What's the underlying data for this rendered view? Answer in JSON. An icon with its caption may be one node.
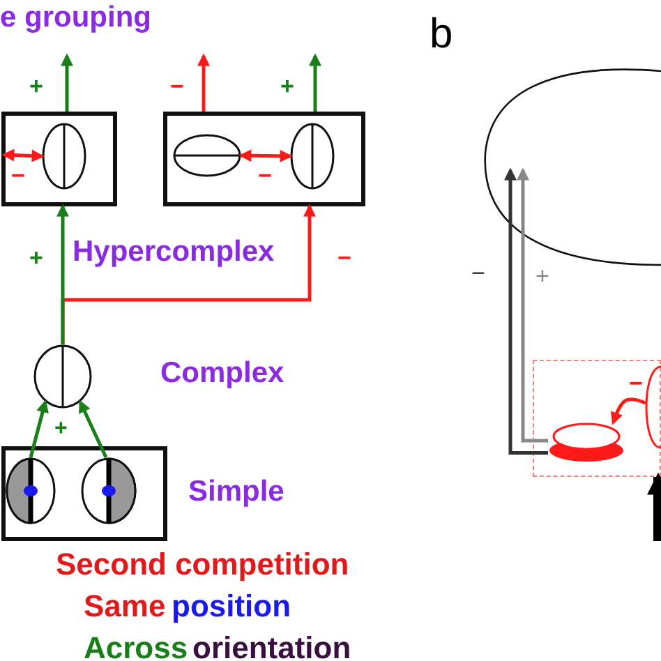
{
  "diagram": {
    "title": "e grouping",
    "nodes": [
      {
        "text": [],
        "shape": "box"
      },
      {
        "text": [],
        "shape": "ellipse",
        "in": 0
      },
      {
        "text": [],
        "shape": "box"
      },
      {
        "text": [],
        "shape": "ellipse",
        "in": 2
      },
      {
        "text": [],
        "shape": "ellipse",
        "in": 2
      },
      {
        "text": [],
        "shape": "circle",
        "beside": [
          "Complex"
        ]
      },
      {
        "text": [],
        "shape": "box",
        "beside": [
          "Simple"
        ]
      },
      {
        "text": [],
        "shape": "circle",
        "in": 6
      },
      {
        "text": [],
        "shape": "circle",
        "in": 6
      },
      {
        "text": [],
        "shape": "cloud"
      },
      {
        "text": [],
        "shape": "box"
      },
      {
        "text": [],
        "shape": "disc",
        "in": 10
      },
      {
        "text": [],
        "shape": "ellipse",
        "in": 10
      }
    ],
    "edges": [
      {
        "from": 5,
        "to": 0,
        "arrow": "to",
        "label": "+",
        "color": "#1a7f1a"
      },
      {
        "from": 0,
        "to": null,
        "arrow": "to",
        "label": "+",
        "color": "#1a7f1a"
      },
      {
        "from": 2,
        "to": null,
        "arrow": "to",
        "label": "−",
        "color": "#ff1a1a"
      },
      {
        "from": 2,
        "to": null,
        "arrow": "to",
        "label": "+",
        "color": "#1a7f1a"
      },
      {
        "from": 5,
        "to": 2,
        "arrow": "to",
        "label": "−",
        "color": "#ff1a1a"
      },
      {
        "from": null,
        "to": 1,
        "arrow": "both",
        "label": "−",
        "color": "#ff1a1a"
      },
      {
        "from": 3,
        "to": 4,
        "arrow": "both",
        "label": "−",
        "color": "#ff1a1a"
      },
      {
        "from": 7,
        "to": 5,
        "arrow": "to",
        "color": "#1a7f1a"
      },
      {
        "from": 8,
        "to": 5,
        "arrow": "to",
        "color": "#1a7f1a"
      },
      {
        "from": 11,
        "to": 9,
        "arrow": "to",
        "label": "−",
        "color": "#333333"
      },
      {
        "from": 11,
        "to": 9,
        "arrow": "to",
        "label": "+",
        "color": "#888888"
      },
      {
        "from": 12,
        "to": 11,
        "arrow": "to",
        "label": "−",
        "color": "#ff1a1a"
      },
      {
        "from": null,
        "to": 10,
        "arrow": "to",
        "style": "thick",
        "color": "#000000"
      }
    ],
    "labels": [
      "+",
      "Hypercomplex",
      "Second competition",
      "Same",
      "position",
      "Across",
      "orientation",
      "b"
    ]
  }
}
